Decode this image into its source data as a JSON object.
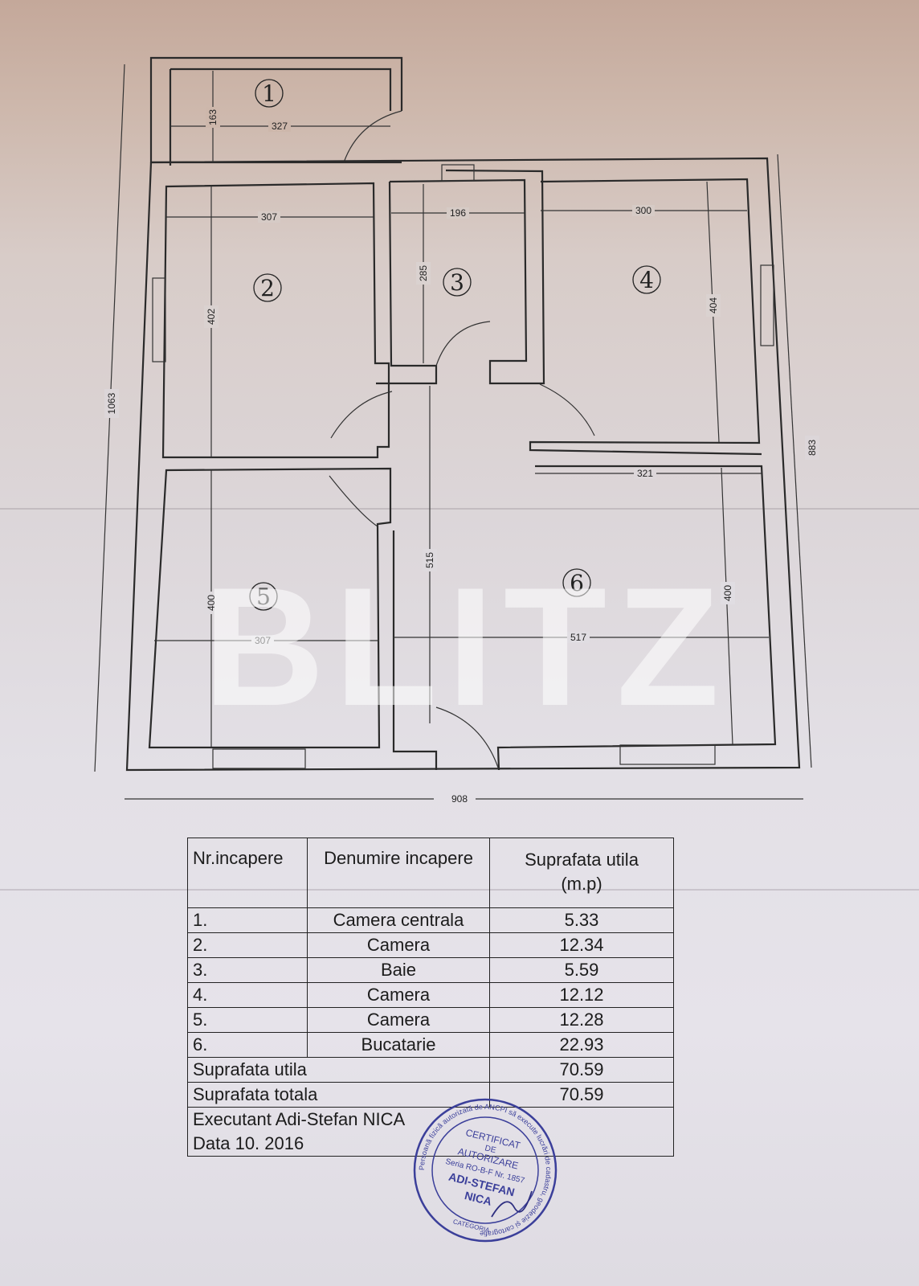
{
  "plan": {
    "rooms": [
      "1",
      "2",
      "3",
      "4",
      "5",
      "6"
    ],
    "dimensions": [
      "327",
      "163",
      "307",
      "196",
      "300",
      "285",
      "402",
      "404",
      "1063",
      "883",
      "321",
      "515",
      "400",
      "307",
      "517",
      "400",
      "908"
    ]
  },
  "watermark": "BLITZ",
  "table": {
    "headers": [
      "Nr.incapere",
      "Denumire incapere",
      "Suprafata utila",
      "(m.p)"
    ],
    "rows": [
      {
        "nr": "1.",
        "name": "Camera centrala",
        "area": "5.33"
      },
      {
        "nr": "2.",
        "name": "Camera",
        "area": "12.34"
      },
      {
        "nr": "3.",
        "name": "Baie",
        "area": "5.59"
      },
      {
        "nr": "4.",
        "name": "Camera",
        "area": "12.12"
      },
      {
        "nr": "5.",
        "name": "Camera",
        "area": "12.28"
      },
      {
        "nr": "6.",
        "name": "Bucatarie",
        "area": "22.93"
      }
    ],
    "utila_label": "Suprafata utila",
    "utila_value": "70.59",
    "totala_label": "Suprafata totala",
    "totala_value": "70.59",
    "executant": "Executant Adi-Stefan  NICA",
    "data": "Data  10. 2016"
  },
  "stamp": {
    "ring_text": "Persoană fizică autorizată de ANCPI să execute lucrări de cadastru, geodezie și cartografie",
    "lines": [
      "CERTIFICAT",
      "DE",
      "AUTORIZARE",
      "Seria RO-B-F Nr. 1857",
      "ADI-STEFAN",
      "NICA"
    ],
    "bottom": "CATEGORIA"
  }
}
